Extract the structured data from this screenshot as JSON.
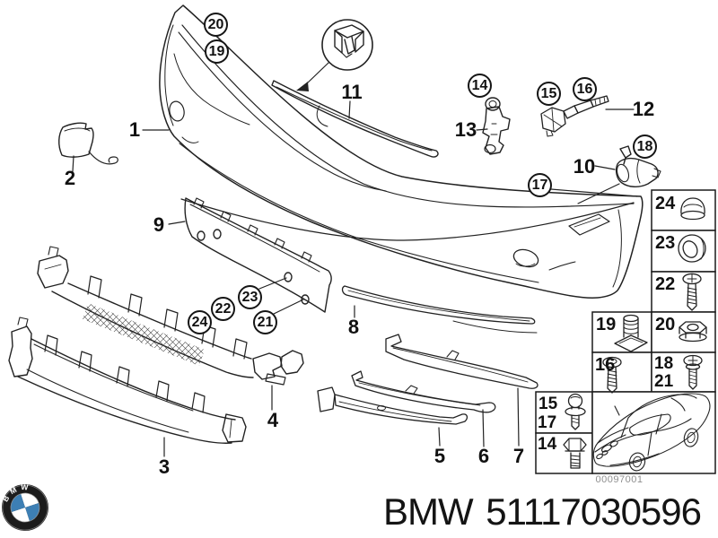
{
  "colors": {
    "line": "#222222",
    "logo_blue": "#3d7fb4",
    "caption_gray": "#8f8f8f"
  },
  "footer": {
    "brand": "BMW",
    "part_number": "51117030596"
  },
  "logo": {
    "letters": "BMW"
  },
  "diagram": {
    "drawing_number": "00097001",
    "callouts_plain": {
      "p1": "1",
      "p2": "2",
      "p3": "3",
      "p4": "4",
      "p5": "5",
      "p6": "6",
      "p7": "7",
      "p8": "8",
      "p9": "9",
      "p10": "10",
      "p11": "11",
      "p12": "12",
      "p13": "13"
    },
    "callouts_circled": {
      "c14": "14",
      "c15": "15",
      "c16": "16",
      "c17": "17",
      "c18": "18",
      "c19": "19",
      "c20": "20",
      "c21": "21",
      "c22": "22",
      "c23": "23",
      "c24": "24"
    },
    "legend": {
      "n24": "24",
      "n23": "23",
      "n22": "22",
      "n19": "19",
      "n20": "20",
      "n16": "16",
      "n18": "18",
      "n21": "21",
      "n15": "15",
      "n17": "17",
      "n14": "14",
      "icons": {
        "cell24": "cover-cap-icon",
        "cell23": "grommet-icon",
        "cell22": "phillips-screw-icon",
        "cell19": "expansion-rivet-icon",
        "cell20": "flange-nut-icon",
        "cell16": "washer-screw-icon",
        "cell18_21": "long-screw-icon",
        "cell15_17": "stud-washer-icon",
        "cell14": "hex-bolt-icon",
        "car_cell": "car-reference-icon"
      }
    }
  }
}
